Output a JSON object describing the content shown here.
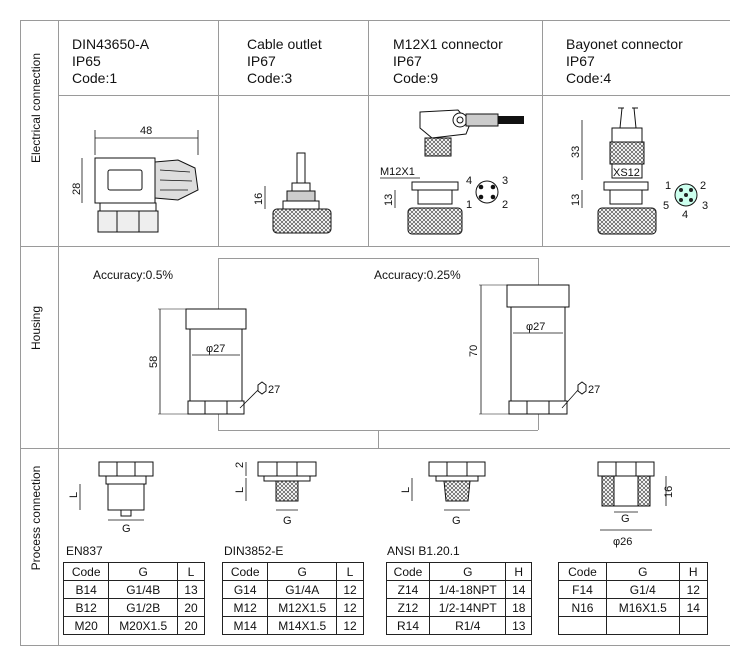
{
  "sections": {
    "electrical": "Electrical connection",
    "housing": "Housing",
    "process": "Process connection"
  },
  "connectors": [
    {
      "name": "DIN43650-A",
      "ip": "IP65",
      "code": "Code:1",
      "dims": [
        "48",
        "28"
      ]
    },
    {
      "name": "Cable outlet",
      "ip": "IP67",
      "code": "Code:3",
      "dims": [
        "16"
      ]
    },
    {
      "name": "M12X1 connector",
      "ip": "IP67",
      "code": "Code:9",
      "dims": [
        "M12X1",
        "13"
      ],
      "pins": [
        "4",
        "3",
        "1",
        "2"
      ]
    },
    {
      "name": "Bayonet connector",
      "ip": "IP67",
      "code": "Code:4",
      "dims": [
        "33",
        "13",
        "XS12"
      ],
      "pins": [
        "1",
        "2",
        "5",
        "3",
        "4"
      ]
    }
  ],
  "housing": [
    {
      "accuracy": "Accuracy:0.5%",
      "height": "58",
      "dia": "φ27",
      "hex": "27"
    },
    {
      "accuracy": "Accuracy:0.25%",
      "height": "70",
      "dia": "φ27",
      "hex": "27"
    }
  ],
  "process": [
    {
      "standard": "EN837",
      "dims": [
        "L",
        "G"
      ],
      "headers": [
        "Code",
        "G",
        "L"
      ],
      "rows": [
        [
          "B14",
          "G1/4B",
          "13"
        ],
        [
          "B12",
          "G1/2B",
          "20"
        ],
        [
          "M20",
          "M20X1.5",
          "20"
        ]
      ]
    },
    {
      "standard": "DIN3852-E",
      "dims": [
        "2",
        "L",
        "G"
      ],
      "headers": [
        "Code",
        "G",
        "L"
      ],
      "rows": [
        [
          "G14",
          "G1/4A",
          "12"
        ],
        [
          "M12",
          "M12X1.5",
          "12"
        ],
        [
          "M14",
          "M14X1.5",
          "12"
        ]
      ]
    },
    {
      "standard": "ANSI B1.20.1",
      "dims": [
        "L",
        "G"
      ],
      "headers": [
        "Code",
        "G",
        "H"
      ],
      "rows": [
        [
          "Z14",
          "1/4-18NPT",
          "14"
        ],
        [
          "Z12",
          "1/2-14NPT",
          "18"
        ],
        [
          "R14",
          "R1/4",
          "13"
        ]
      ]
    },
    {
      "standard": "",
      "dims": [
        "16",
        "G",
        "φ26"
      ],
      "headers": [
        "Code",
        "G",
        "H"
      ],
      "rows": [
        [
          "F14",
          "G1/4",
          "12"
        ],
        [
          "N16",
          "M16X1.5",
          "14"
        ],
        [
          "",
          "",
          ""
        ]
      ]
    }
  ]
}
